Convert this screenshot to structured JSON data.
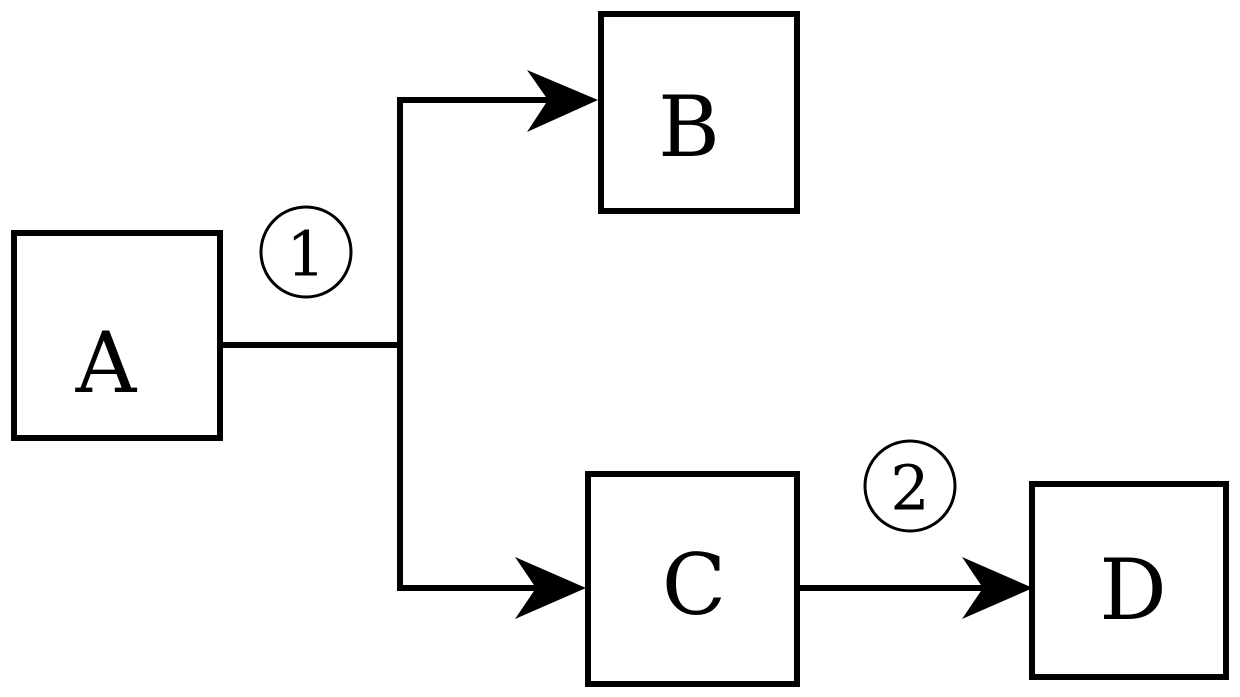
{
  "nodes": {
    "a": "A",
    "b": "B",
    "c": "C",
    "d": "D"
  },
  "edge_labels": {
    "one": "1",
    "two": "2"
  }
}
